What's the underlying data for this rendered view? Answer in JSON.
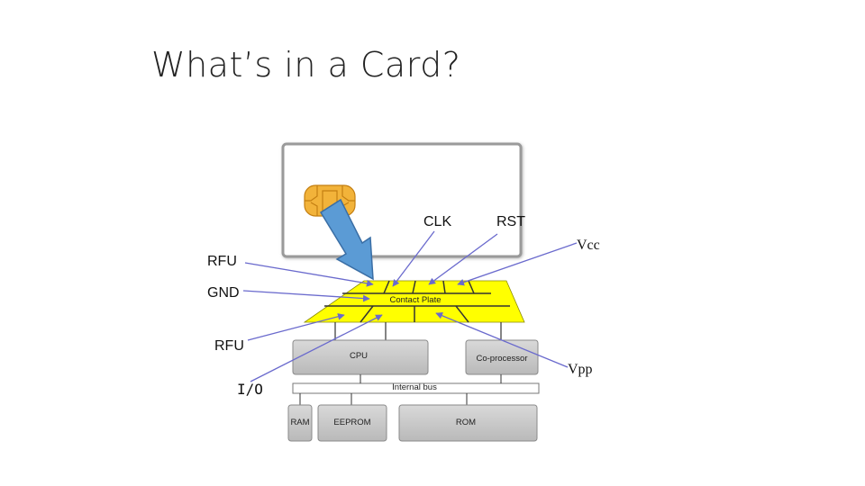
{
  "slide": {
    "title": "What’s in a Card?"
  },
  "diagram": {
    "pins": {
      "rfu_top": "RFU",
      "gnd": "GND",
      "rfu_bottom": "RFU",
      "io": "I/O",
      "clk": "CLK",
      "rst": "RST",
      "vcc": "Vcc",
      "vpp": "Vpp"
    },
    "blocks": {
      "contact_plate": "Contact Plate",
      "cpu": "CPU",
      "coprocessor": "Co-processor",
      "internal_bus": "Internal bus",
      "ram": "RAM",
      "eeprom": "EEPROM",
      "rom": "ROM"
    },
    "colors": {
      "chip_gold": "#f2b33a",
      "contact_yellow": "#ffff00",
      "arrow_blue": "#5b9bd5",
      "pointer_line": "#6a6acd",
      "block_gray": "#c8c8c8"
    }
  }
}
